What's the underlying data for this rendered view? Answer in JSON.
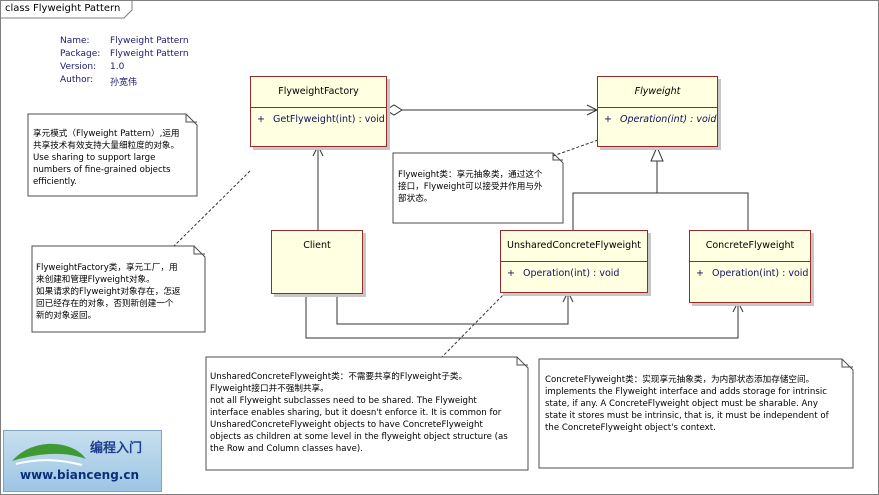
{
  "diagram": {
    "frame_title": "class Flyweight Pattern",
    "meta": {
      "labels": [
        "Name:",
        "Package:",
        "Version:",
        "Author:"
      ],
      "values": [
        "Flyweight Pattern",
        "Flyweight Pattern",
        "1.0",
        "孙宽伟"
      ]
    },
    "classes": {
      "factory": {
        "name": "FlyweightFactory",
        "vis": "+",
        "op": "GetFlyweight(int) : void"
      },
      "flyweight": {
        "name": "Flyweight",
        "vis": "+",
        "op": "Operation(int) : void"
      },
      "client": {
        "name": "Client"
      },
      "unshared": {
        "name": "UnsharedConcreteFlyweight",
        "vis": "+",
        "op": "Operation(int) : void"
      },
      "concrete": {
        "name": "ConcreteFlyweight",
        "vis": "+",
        "op": "Operation(int) : void"
      }
    },
    "notes": {
      "intro": "享元模式（Flyweight Pattern）,运用\n共享技术有效支持大量细粒度的对象。\nUse sharing to support large\nnumbers of fine-grained objects\nefficiently.",
      "flyweight": "Flyweight类：享元抽象类，通过这个\n接口，Flyweight可以接受并作用与外\n部状态。",
      "factory": "FlyweightFactory类，享元工厂，用\n来创建和管理Flyweight对象。\n如果请求的Flyweight对象存在，怎返\n回已经存在的对象，否则新创建一个\n新的对象返回。",
      "unshared": "UnsharedConcreteFlyweight类：不需要共享的Flyweight子类。\nFlyweight接口并不强制共享。\nnot all Flyweight subclasses need to be shared. The Flyweight\ninterface enables sharing, but it doesn't enforce it. It is common for\nUnsharedConcreteFlyweight objects to have ConcreteFlyweight\nobjects as children at some level in the flyweight object structure (as\nthe Row and Column classes have).",
      "concrete": "ConcreteFlyweight类：实现享元抽象类，为内部状态添加存储空间。\nimplements the Flyweight interface and adds storage for intrinsic\nstate, if any. A ConcreteFlyweight object must be sharable. Any\nstate it stores must be intrinsic, that is, it must be independent of\nthe ConcreteFlyweight object's context."
    },
    "watermark": {
      "text": "编程入门",
      "url": "www.bianceng.cn"
    }
  }
}
